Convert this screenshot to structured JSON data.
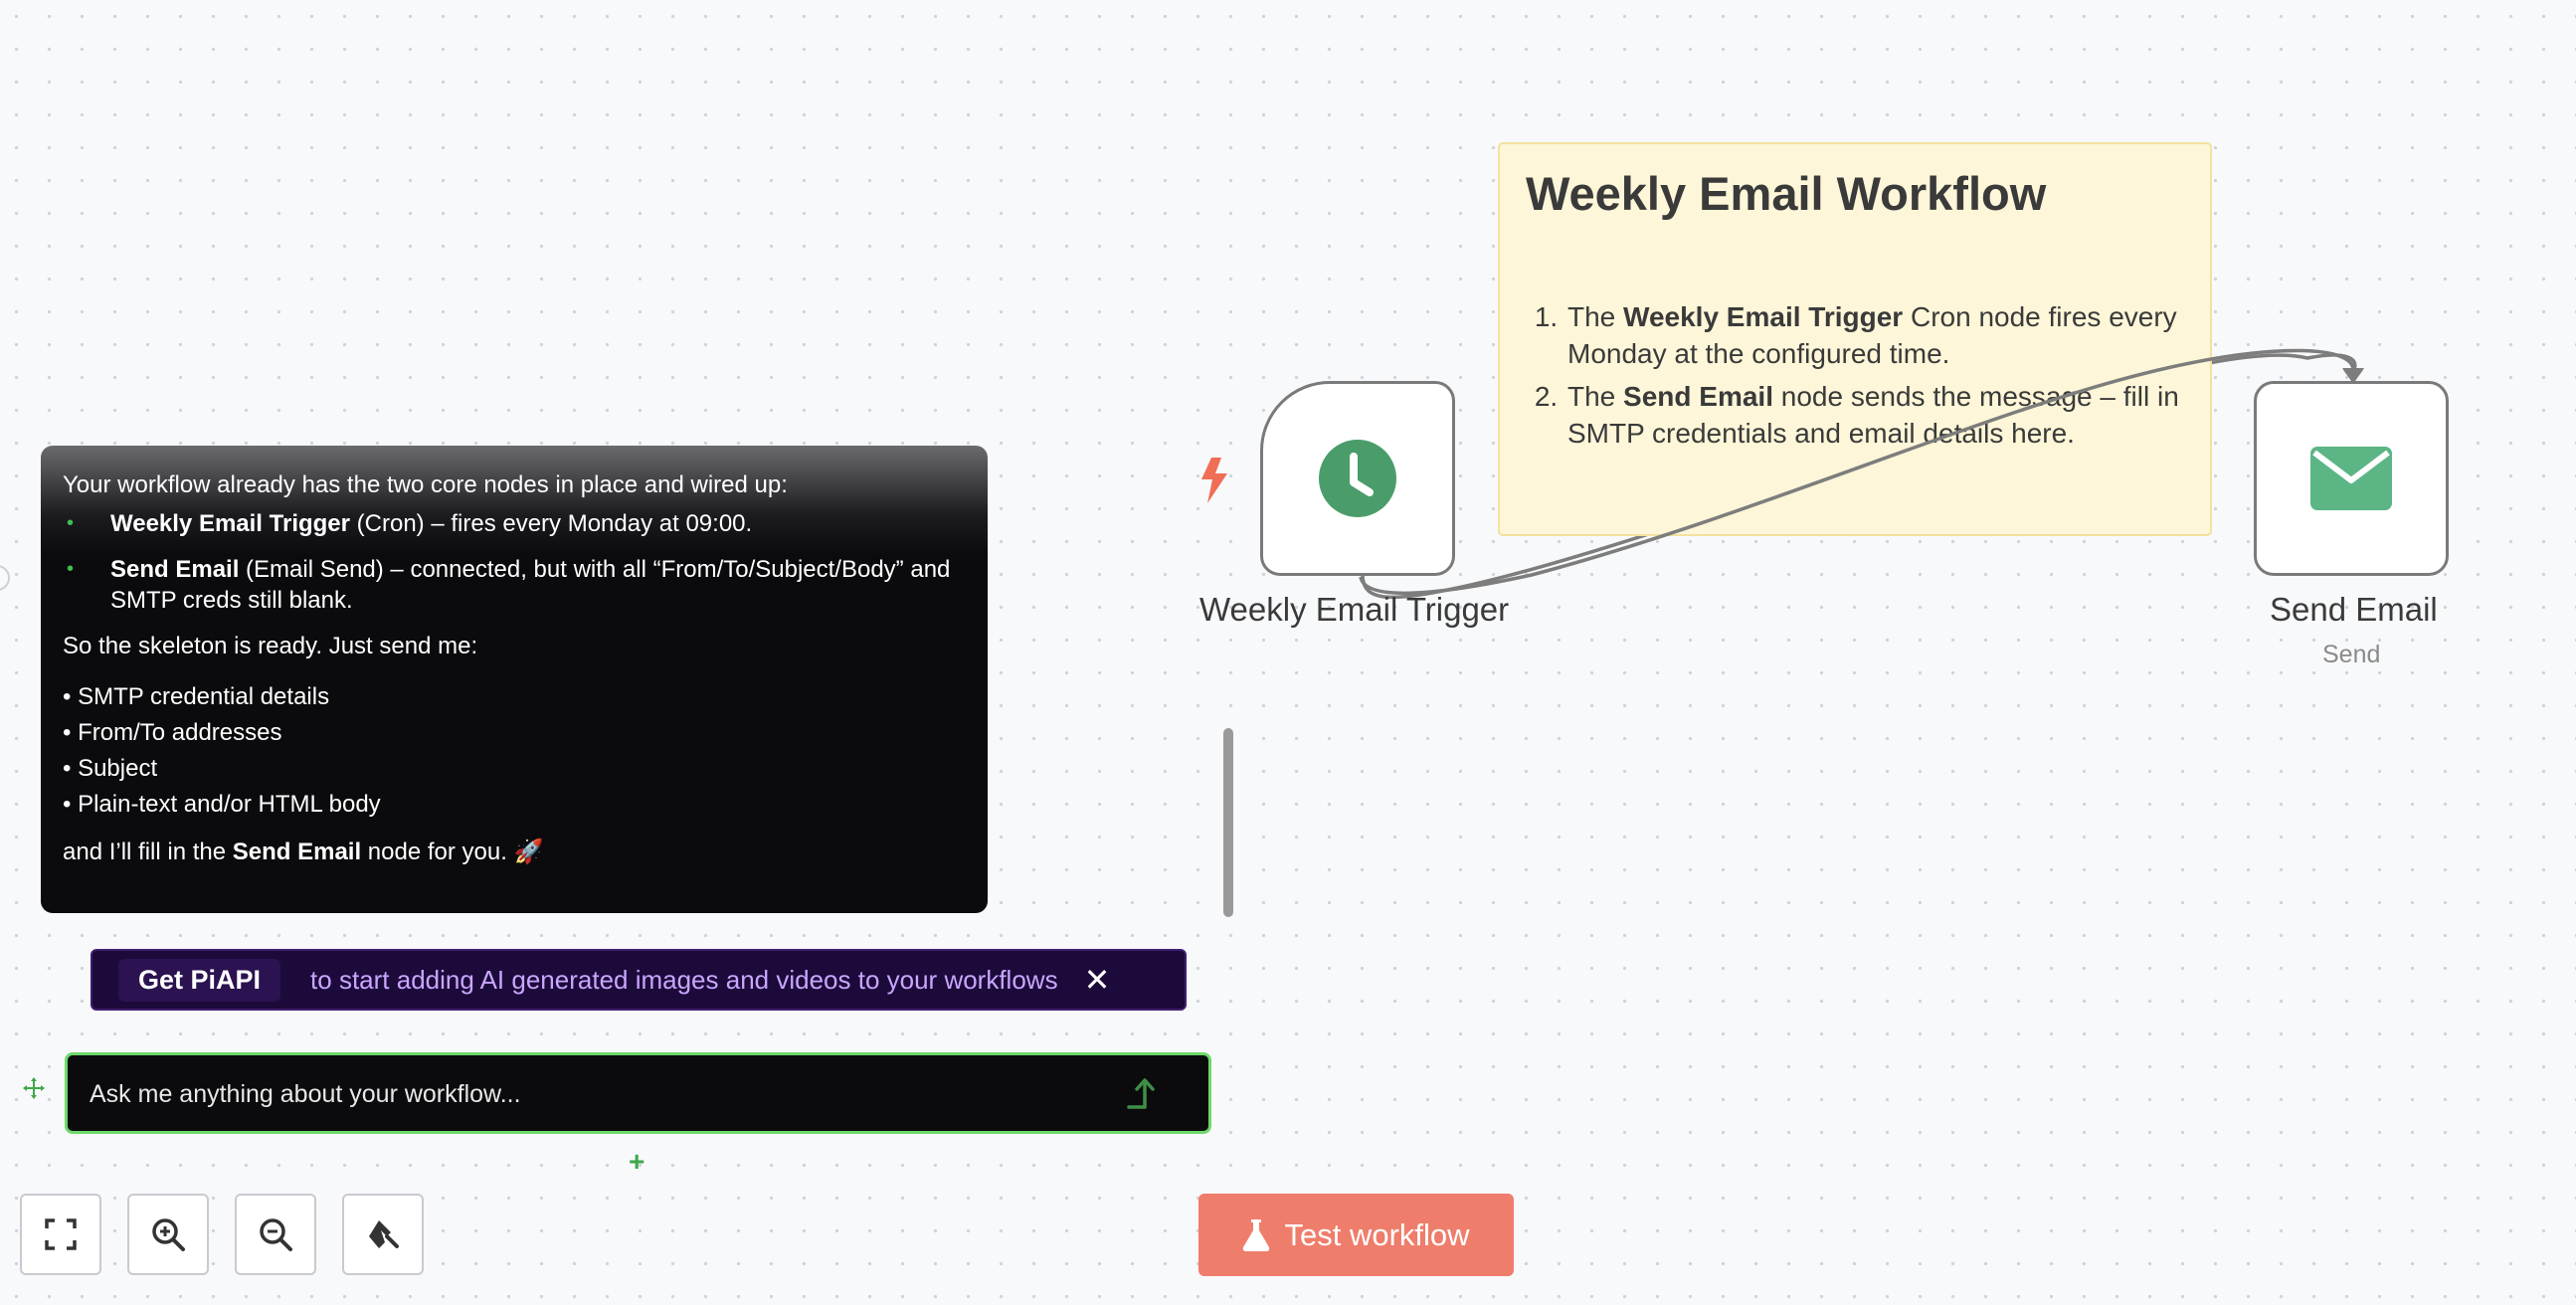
{
  "sticky": {
    "title": "Weekly Email Workflow",
    "step1_pre": "The ",
    "step1_bold": "Weekly Email Trigger",
    "step1_post": " Cron node fires every Monday at the configured time.",
    "step2_pre": "The ",
    "step2_bold": "Send Email",
    "step2_post": " node sends the message – fill in SMTP credentials and email details here."
  },
  "nodes": {
    "trigger": {
      "label": "Weekly Email Trigger",
      "icon": "clock-icon",
      "color": "#4a9d6a"
    },
    "send": {
      "label": "Send Email",
      "sublabel": "Send",
      "icon": "envelope-icon",
      "color": "#5cb585"
    }
  },
  "chat": {
    "intro": "Your workflow already has the two core nodes in place and wired up:",
    "core": [
      {
        "bold": "Weekly Email Trigger",
        "text": " (Cron) – fires every Monday at 09:00."
      },
      {
        "bold": "Send Email",
        "text": " (Email Send) – connected, but with all “From/To/Subject/Body” and SMTP creds still blank."
      }
    ],
    "middle": "So the skeleton is ready. Just send me:",
    "needs": [
      "SMTP credential details",
      "From/To addresses",
      "Subject",
      "Plain-text and/or HTML body"
    ],
    "outro_pre": "and I’ll fill in the ",
    "outro_bold": "Send Email",
    "outro_post": " node for you. 🚀"
  },
  "promo": {
    "button": "Get PiAPI",
    "text": "to start adding AI generated images and videos to your workflows",
    "close": "✕"
  },
  "input": {
    "placeholder": "Ask me anything about your workflow..."
  },
  "toolbar": {
    "test_label": "Test workflow"
  },
  "colors": {
    "accent": "#ef7d6b",
    "input_border": "#6cd96a",
    "promo_text": "#c9a6ff"
  }
}
